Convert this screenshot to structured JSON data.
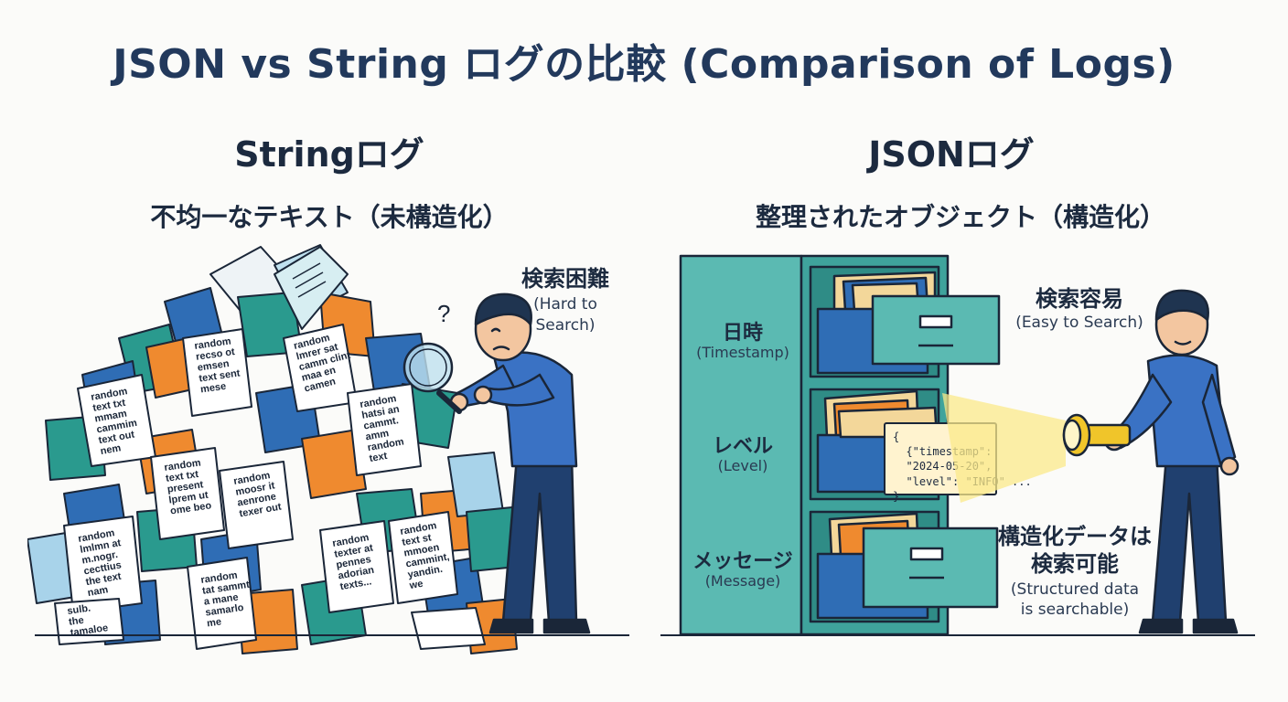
{
  "title": "JSON vs String ログの比較 (Comparison of Logs)",
  "left": {
    "heading": "Stringログ",
    "subheading": "不均一なテキスト（未構造化）",
    "callout": {
      "ja": "検索困難",
      "en_line1": "(Hard to",
      "en_line2": "Search)"
    },
    "paper_texts": [
      "random\nrecso ot\nemsen\ntext sent\nmese",
      "random\nlmrer sat\ncamm clint\nmaa en\ncamen",
      "random\ntext txt\nmmam\ncammim\ntext out\nnem",
      "random\nhatsi an\ncammt.\namm\nrandom\ntext",
      "random\ntext txt\npresent\nlprem ut\nome beo",
      "random\nmoosr it\naenrone\ntexer out",
      "random\nlmlmn at\nm.nogr.\ncecttius\nthe text\nnam",
      "random\ntexter at\npennes\nadorian\ntexts...",
      "random\ntext st\nmmoen\ncammint,\nyandin.\nwe",
      "random\ntat sammt\na mane\nsamarlo\nme",
      "sulb.\nthe\ntamaloe"
    ]
  },
  "right": {
    "heading": "JSONログ",
    "subheading": "整理されたオブジェクト（構造化）",
    "drawers": [
      {
        "ja": "日時",
        "en": "(Timestamp)"
      },
      {
        "ja": "レベル",
        "en": "(Level)"
      },
      {
        "ja": "メッセージ",
        "en": "(Message)"
      }
    ],
    "json_snippet": [
      "{",
      "  {\"timestamp\":",
      "  \"2024-05-20\",",
      "  \"level\": \"INFO\" ...",
      "}"
    ],
    "callout_top": {
      "ja": "検索容易",
      "en": "(Easy to Search)"
    },
    "callout_bottom": {
      "ja_line1": "構造化データは",
      "ja_line2": "検索可能",
      "en_line1": "(Structured data",
      "en_line2": "is searchable)"
    }
  },
  "colors": {
    "blue": "#2f6db5",
    "teal": "#2a9a8e",
    "orange": "#ef8a2f",
    "lightblue": "#a8d3ea",
    "cabinet": "#5bbab2",
    "cabinet_dark": "#2f8c86",
    "folder": "#f3d79a",
    "shirt": "#3a72c4",
    "pants": "#20406f",
    "beam": "#fbe98a"
  }
}
